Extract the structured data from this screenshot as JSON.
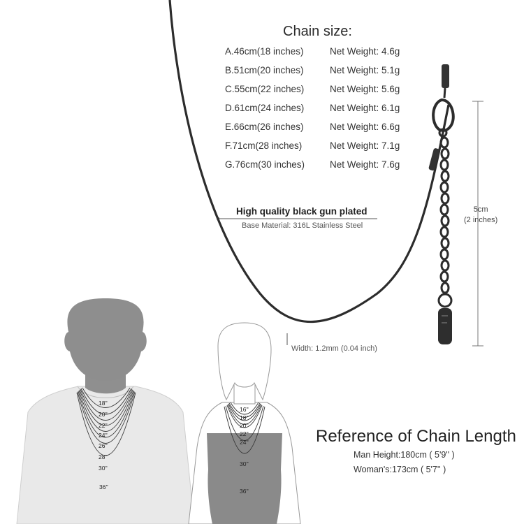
{
  "chain_size": {
    "title": "Chain size:",
    "rows": [
      {
        "length": "A.46cm(18 inches)",
        "weight": "Net Weight: 4.6g"
      },
      {
        "length": "B.51cm(20 inches)",
        "weight": "Net Weight: 5.1g"
      },
      {
        "length": "C.55cm(22 inches)",
        "weight": "Net Weight: 5.6g"
      },
      {
        "length": "D.61cm(24 inches)",
        "weight": "Net Weight: 6.1g"
      },
      {
        "length": "E.66cm(26 inches)",
        "weight": "Net Weight: 6.6g"
      },
      {
        "length": "F.71cm(28 inches)",
        "weight": "Net Weight: 7.1g"
      },
      {
        "length": "G.76cm(30 inches)",
        "weight": "Net Weight: 7.6g"
      }
    ]
  },
  "material": {
    "headline": "High quality black gun plated",
    "base": "Base Material: 316L Stainless Steel"
  },
  "width_note": "Width: 1.2mm (0.04 inch)",
  "extender": {
    "cm": "5cm",
    "inches": "(2 inches)"
  },
  "reference": {
    "title": "Reference of Chain Length",
    "man": "Man Height:180cm ( 5'9'' )",
    "woman": "Woman's:173cm ( 5'7'' )"
  },
  "man_labels": [
    "18''",
    "20''",
    "22''",
    "24''",
    "26''",
    "28''",
    "30''",
    "36''"
  ],
  "woman_labels": [
    "16''",
    "18''",
    "20''",
    "22''",
    "24''",
    "30''",
    "36''"
  ],
  "colors": {
    "chain": "#2a2a2a",
    "figure_head": "#8e8e8e",
    "figure_shirt": "#e9e9e9",
    "woman_top": "#8a8a8a"
  }
}
